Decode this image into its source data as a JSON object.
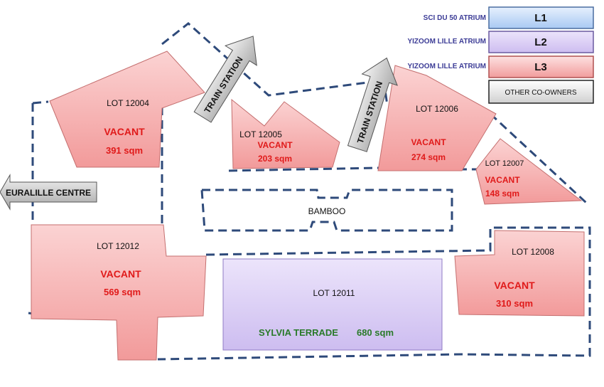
{
  "legend": {
    "items": [
      {
        "owner": "SCI DU 50 ATRIUM",
        "level": "L1",
        "color": "#cfe2fb"
      },
      {
        "owner": "YIZOOM LILLE  ATRIUM",
        "level": "L2",
        "color": "#ddd1f3"
      },
      {
        "owner": "YIZOOM LILLE  ATRIUM",
        "level": "L3",
        "color": "#f8bcbc"
      }
    ],
    "other": "OTHER CO-OWNERS"
  },
  "arrows": {
    "train_station": "TRAIN STATION",
    "euralille": "EURALILLE CENTRE"
  },
  "common_area": "BAMBOO",
  "lots": [
    {
      "key": "12004",
      "name": "LOT 12004",
      "status": "VACANT",
      "area": "391 sqm"
    },
    {
      "key": "12005",
      "name": "LOT 12005",
      "status": "VACANT",
      "area": "203 sqm"
    },
    {
      "key": "12006",
      "name": "LOT 12006",
      "status": "VACANT",
      "area": "274 sqm"
    },
    {
      "key": "12007",
      "name": "LOT 12007",
      "status": "VACANT",
      "area": "148 sqm"
    },
    {
      "key": "12012",
      "name": "LOT 12012",
      "status": "VACANT",
      "area": "569 sqm"
    },
    {
      "key": "12008",
      "name": "LOT 12008",
      "status": "VACANT",
      "area": "310 sqm"
    },
    {
      "key": "12011",
      "name": "LOT 12011",
      "status": "SYLVIA TERRADE",
      "area": "680 sqm"
    }
  ]
}
